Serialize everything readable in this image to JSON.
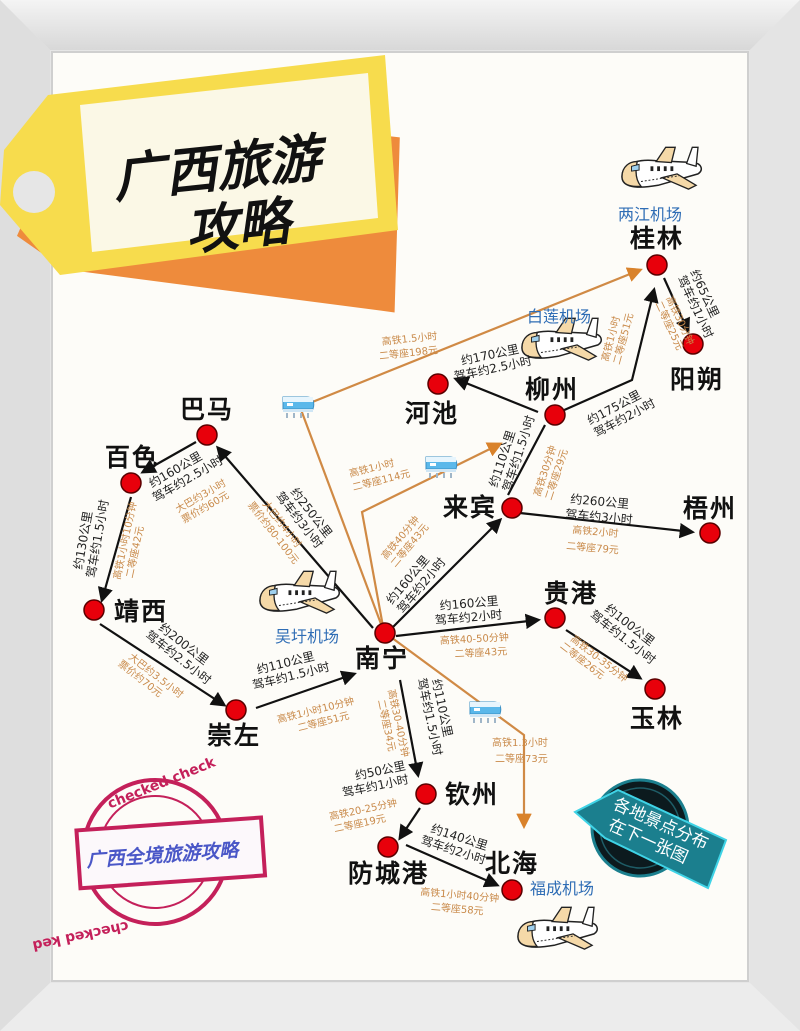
{
  "title": {
    "line1": "广西旅游",
    "line2": "攻略"
  },
  "stamp": {
    "text": "广西全境旅游攻略",
    "ring_top": "checked   check",
    "ring_bottom": "checked   ked"
  },
  "badge": {
    "line1": "各地景点分布",
    "line2": "在下一张图"
  },
  "colors": {
    "node": "#e8000b",
    "drive_line": "#111111",
    "rail_line": "#d08a45",
    "rail_text": "#c98a4a",
    "airport_text": "#2f6db5",
    "tag_yellow": "#f7dc4d",
    "tag_orange": "#ee8b3c",
    "badge_teal": "#1b7f8e"
  },
  "cities": {
    "guilin": "桂林",
    "yangshuo": "阳朔",
    "liuzhou": "柳州",
    "hechi": "河池",
    "bama": "巴马",
    "baise": "百色",
    "laibin": "来宾",
    "wuzhou": "梧州",
    "jingxi": "靖西",
    "nanning": "南宁",
    "guigang": "贵港",
    "yulin": "玉林",
    "chongzuo": "崇左",
    "qinzhou": "钦州",
    "fangchenggang": "防城港",
    "beihai": "北海"
  },
  "airports": {
    "guilin": "两江机场",
    "liuzhou": "白莲机场",
    "nanning": "吴圩机场",
    "beihai": "福成机场"
  },
  "routes": {
    "guilin_yangshuo": {
      "drive1": "约65公里",
      "drive2": "驾车约1小时",
      "rail1": "高铁30分钟",
      "rail2": "二等座25元"
    },
    "liuzhou_guilin": {
      "drive1": "约175公里",
      "drive2": "驾车约2小时",
      "rail1": "高铁1小时",
      "rail2": "二等座51元"
    },
    "liuzhou_hechi": {
      "drive1": "约170公里",
      "drive2": "驾车约2.5小时"
    },
    "laibin_liuzhou": {
      "drive1": "约110公里",
      "drive2": "驾车约1.5小时",
      "rail1": "高铁30分钟",
      "rail2": "二等座29元"
    },
    "laibin_wuzhou": {
      "drive1": "约260公里",
      "drive2": "驾车约3小时",
      "rail1": "高铁2小时",
      "rail2": "二等座79元"
    },
    "nanning_guilin_rail": {
      "rail1": "高铁1.5小时",
      "rail2": "二等座198元"
    },
    "nanning_liuzhou_rail": {
      "rail1": "高铁1小时",
      "rail2": "二等座114元"
    },
    "nanning_laibin": {
      "drive1": "约160公里",
      "drive2": "驾车约2小时",
      "rail1": "高铁40分钟",
      "rail2": "二等座43元"
    },
    "nanning_bama": {
      "drive1": "约250公里",
      "drive2": "驾车约3小时",
      "rail1": "大巴约4小时",
      "rail2": "票价约80-100元"
    },
    "bama_baise": {
      "drive1": "约160公里",
      "drive2": "驾车约2.5小时",
      "rail1": "大巴约3小时",
      "rail2": "票价约60元"
    },
    "baise_jingxi": {
      "drive1": "约130公里",
      "drive2": "驾车约1.5小时",
      "rail1": "高铁1小时10分钟",
      "rail2": "二等座42元"
    },
    "jingxi_chongzuo": {
      "drive1": "约200公里",
      "drive2": "驾车约2.5小时",
      "rail1": "大巴约3.5小时",
      "rail2": "票价约70元"
    },
    "chongzuo_nanning": {
      "drive1": "约110公里",
      "drive2": "驾车约1.5小时",
      "rail1": "高铁1小时10分钟",
      "rail2": "二等座51元"
    },
    "nanning_guigang": {
      "drive1": "约160公里",
      "drive2": "驾车约2小时",
      "rail1": "高铁40-50分钟",
      "rail2": "二等座43元"
    },
    "guigang_yulin": {
      "drive1": "约100公里",
      "drive2": "驾车约1.5小时",
      "rail1": "高铁30-35分钟",
      "rail2": "二等座26元"
    },
    "nanning_qinzhou": {
      "drive1": "约110公里",
      "drive2": "驾车约1.5小时",
      "rail1": "高铁30-40分钟",
      "rail2": "二等座34元"
    },
    "nanning_beihai_rail": {
      "rail1": "高铁1.3小时",
      "rail2": "二等座73元"
    },
    "qinzhou_fangchenggang": {
      "drive1": "约50公里",
      "drive2": "驾车约1小时",
      "rail1": "高铁20-25分钟",
      "rail2": "二等座19元"
    },
    "fangchenggang_beihai": {
      "drive1": "约140公里",
      "drive2": "驾车约2小时",
      "rail1": "高铁1小时40分钟",
      "rail2": "二等座58元"
    }
  }
}
